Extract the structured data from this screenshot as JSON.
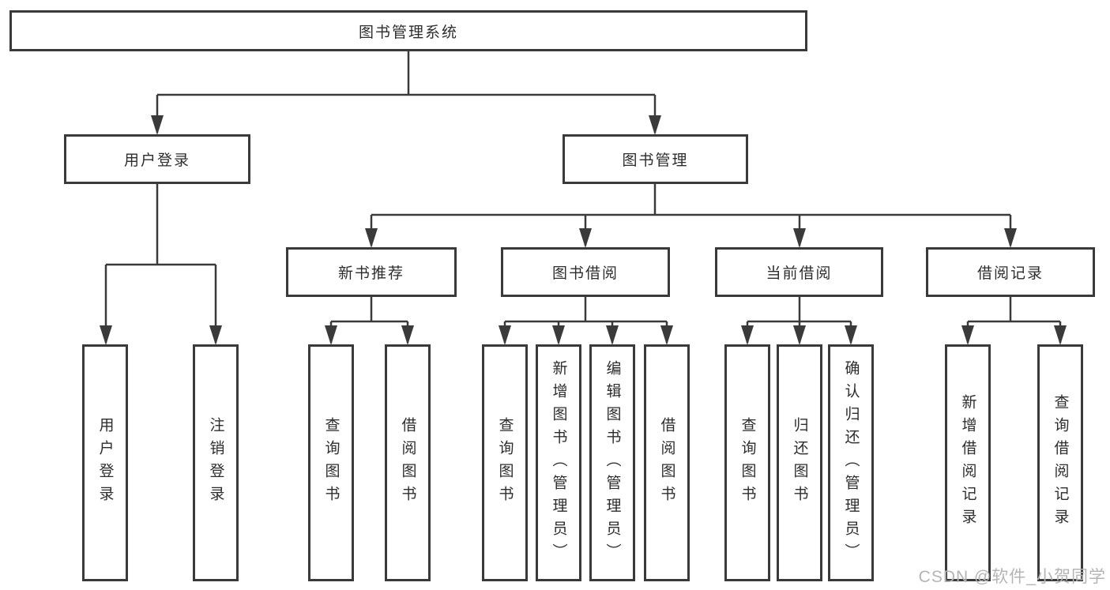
{
  "diagram": {
    "title": "图书管理系统",
    "root": "图书管理系统",
    "level2": [
      "用户登录",
      "图书管理"
    ],
    "level3": [
      "新书推荐",
      "图书借阅",
      "当前借阅",
      "借阅记录"
    ],
    "leaves": [
      "用户登录",
      "注销登录",
      "查询图书",
      "借阅图书",
      "查询图书",
      "新增图书（管理员）",
      "编辑图书（管理员）",
      "借阅图书",
      "查询图书",
      "归还图书",
      "确认归还（管理员）",
      "新增借阅记录",
      "查询借阅记录"
    ]
  },
  "watermark": {
    "text": "CSDN @软件_小贺同学"
  },
  "colors": {
    "line": "#3a3a3a",
    "text": "#2d2d2d",
    "watermark": "#b4b4b4",
    "background": "#ffffff"
  }
}
